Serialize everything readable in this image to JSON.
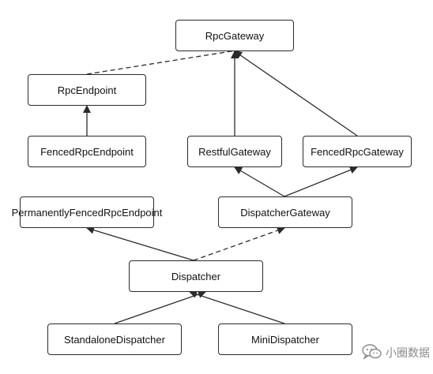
{
  "diagram": {
    "nodes": {
      "rpc_gateway": "RpcGateway",
      "rpc_endpoint": "RpcEndpoint",
      "fenced_rpc_endpoint": "FencedRpcEndpoint",
      "restful_gateway": "RestfulGateway",
      "fenced_rpc_gateway": "FencedRpcGateway",
      "permanently_fenced_rpc_endpoint": "PermanentlyFencedRpcEndpoint",
      "dispatcher_gateway": "DispatcherGateway",
      "dispatcher": "Dispatcher",
      "standalone_dispatcher": "StandaloneDispatcher",
      "mini_dispatcher": "MiniDispatcher"
    },
    "edges": [
      {
        "from": "rpc_endpoint",
        "to": "rpc_gateway",
        "style": "dashed"
      },
      {
        "from": "fenced_rpc_endpoint",
        "to": "rpc_endpoint",
        "style": "solid"
      },
      {
        "from": "restful_gateway",
        "to": "rpc_gateway",
        "style": "solid"
      },
      {
        "from": "fenced_rpc_gateway",
        "to": "rpc_gateway",
        "style": "solid"
      },
      {
        "from": "dispatcher_gateway",
        "to": "restful_gateway",
        "style": "solid"
      },
      {
        "from": "dispatcher_gateway",
        "to": "fenced_rpc_gateway",
        "style": "solid"
      },
      {
        "from": "dispatcher",
        "to": "permanently_fenced_rpc_endpoint",
        "style": "solid"
      },
      {
        "from": "dispatcher",
        "to": "dispatcher_gateway",
        "style": "dashed"
      },
      {
        "from": "standalone_dispatcher",
        "to": "dispatcher",
        "style": "solid"
      },
      {
        "from": "mini_dispatcher",
        "to": "dispatcher",
        "style": "solid"
      }
    ]
  },
  "watermark": {
    "icon": "wechat-icon",
    "text": "小圈数据"
  },
  "colors": {
    "line": "#2b2b2b",
    "box_border": "#2b2b2b",
    "watermark": "#8a8a8a"
  }
}
